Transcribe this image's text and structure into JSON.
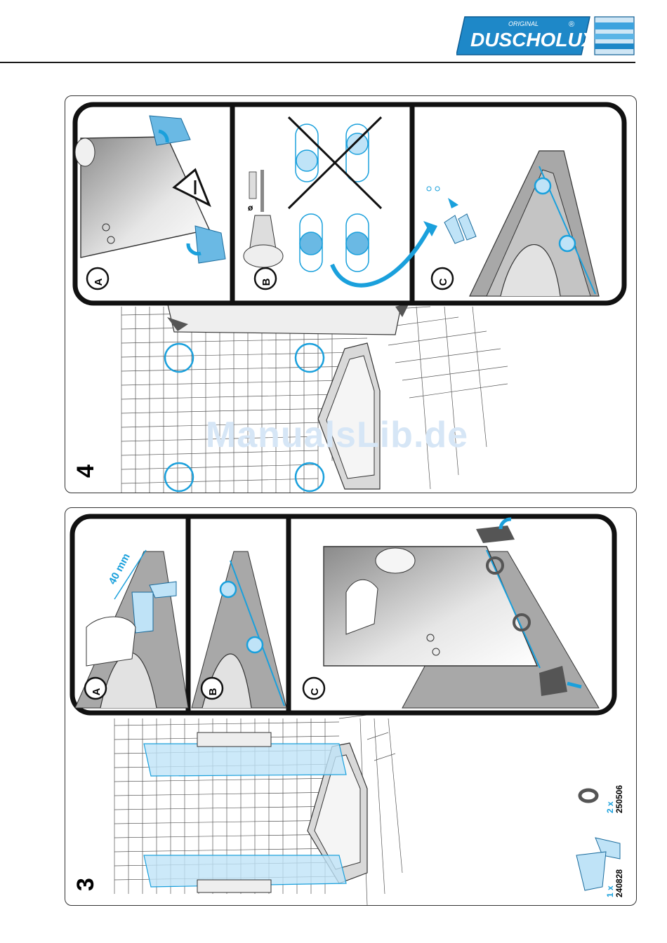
{
  "brand": {
    "small": "ORIGINAL",
    "name": "DUSCHOLUX",
    "reg": "®"
  },
  "watermark": "ManualsLib.de",
  "step4": {
    "number": "4",
    "insets": [
      "A",
      "B",
      "C"
    ],
    "drill_symbol": "ø"
  },
  "step3": {
    "number": "3",
    "insets": [
      "A",
      "B",
      "C"
    ],
    "measure": "40 mm",
    "parts": [
      {
        "qty": "2 x",
        "code": "250506"
      },
      {
        "qty": "1 x",
        "code": "240828"
      }
    ]
  },
  "colors": {
    "accent": "#1aa0dc",
    "light_blue": "#bfe3f7",
    "frame": "#111111"
  }
}
